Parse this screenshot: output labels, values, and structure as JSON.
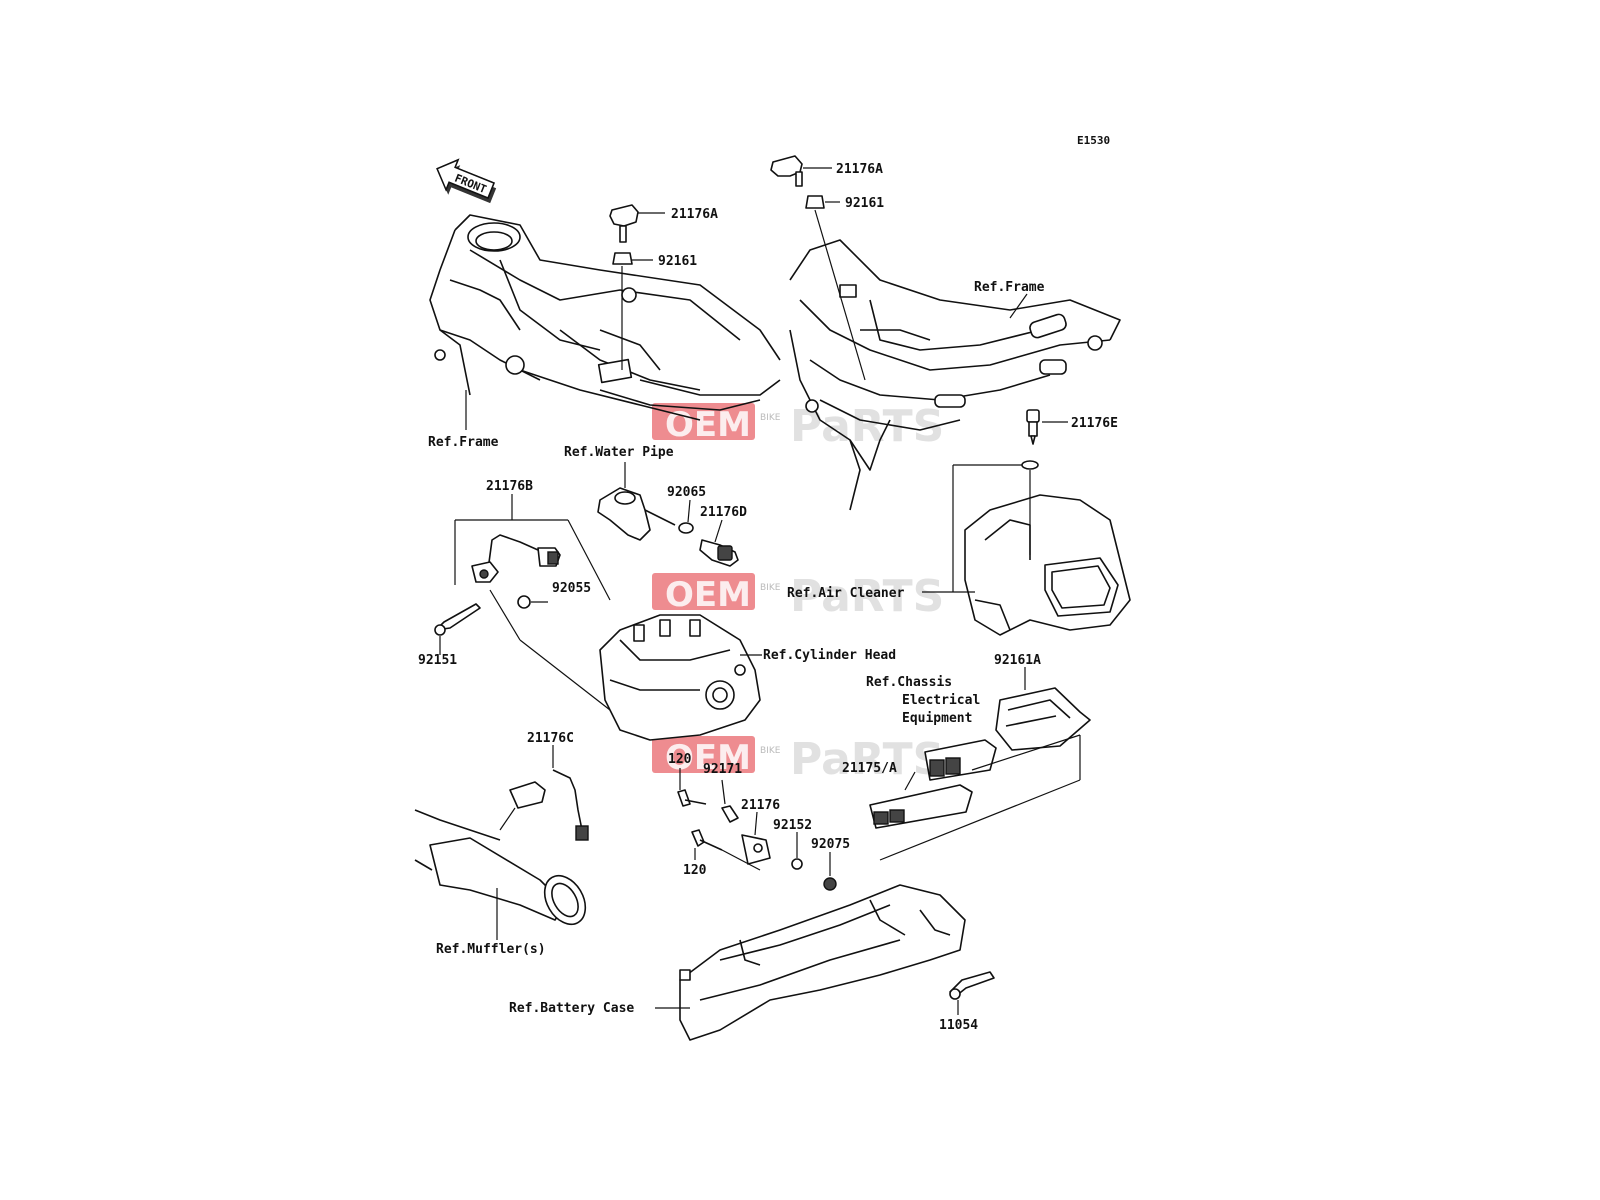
{
  "diagram_code": "E1530",
  "front_arrow": "FRONT",
  "watermark": {
    "brand_left": "OEM",
    "brand_small": "BIKE",
    "brand_right": "PaRTS"
  },
  "labels": {
    "ref_frame_left": "Ref.Frame",
    "ref_frame_right": "Ref.Frame",
    "ref_water_pipe": "Ref.Water Pipe",
    "ref_air_cleaner": "Ref.Air Cleaner",
    "ref_cylinder_head": "Ref.Cylinder Head",
    "ref_chassis_1": "Ref.Chassis",
    "ref_chassis_2": "Electrical",
    "ref_chassis_3": "Equipment",
    "ref_muffler": "Ref.Muffler(s)",
    "ref_battery_case": "Ref.Battery Case"
  },
  "parts": {
    "p21176A_left": "21176A",
    "p92161_left": "92161",
    "p21176A_right": "21176A",
    "p92161_right": "92161",
    "p21176E": "21176E",
    "p21176B": "21176B",
    "p92065": "92065",
    "p21176D": "21176D",
    "p92055": "92055",
    "p92151": "92151",
    "p92161A": "92161A",
    "p21175A": "21175/A",
    "p21176C": "21176C",
    "p120_top": "120",
    "p92171": "92171",
    "p21176": "21176",
    "p92152": "92152",
    "p92075": "92075",
    "p120_bottom": "120",
    "p11054": "11054"
  }
}
